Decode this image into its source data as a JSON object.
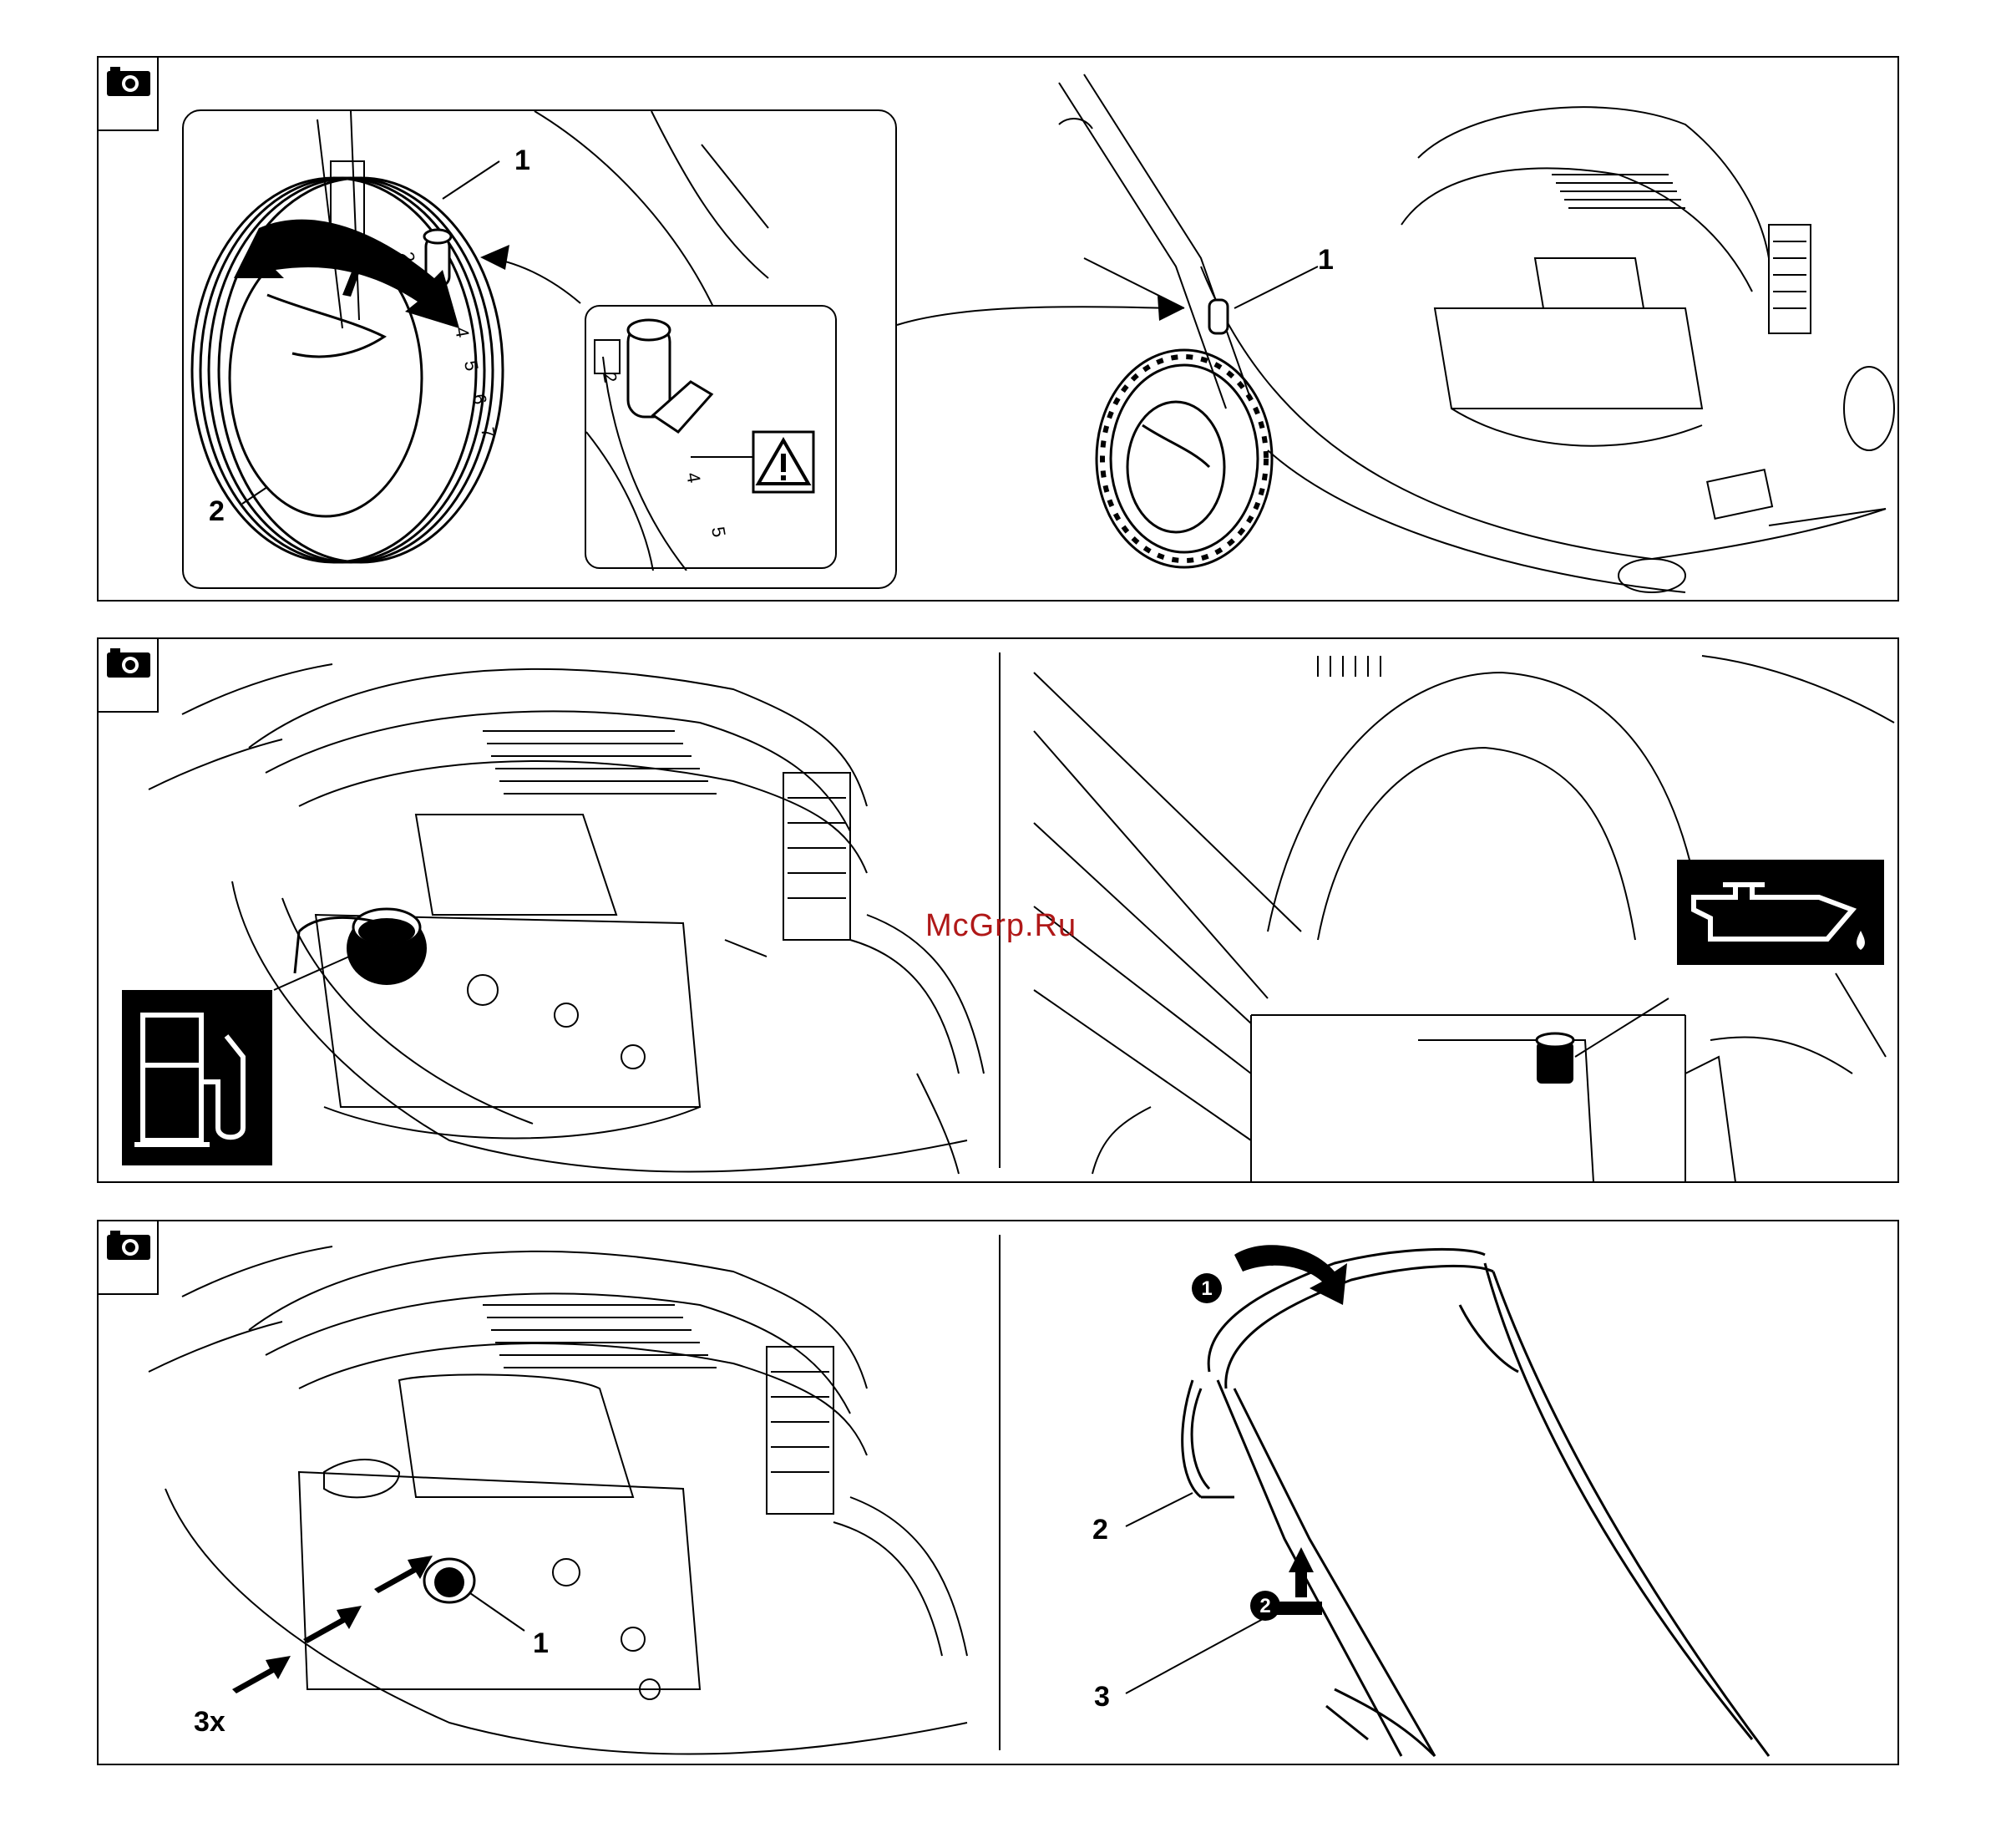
{
  "watermark": "McGrp.Ru",
  "accent_color": "#b01818",
  "icons": [
    "camera-icon",
    "warning-triangle-icon",
    "fuel-pump-icon",
    "oil-can-icon",
    "step-number-icon"
  ],
  "panel1": {
    "callout_left_1": "1",
    "callout_left_2": "2",
    "callout_right_1": "1",
    "scale_numbers": [
      "2",
      "4",
      "5",
      "6",
      "7"
    ],
    "inset_scale": [
      "2",
      "4",
      "5"
    ]
  },
  "panel3": {
    "callout_1": "1",
    "repeat_label": "3x",
    "callout_right_2": "2",
    "callout_right_3": "3",
    "step_1": "1",
    "step_2": "2"
  }
}
